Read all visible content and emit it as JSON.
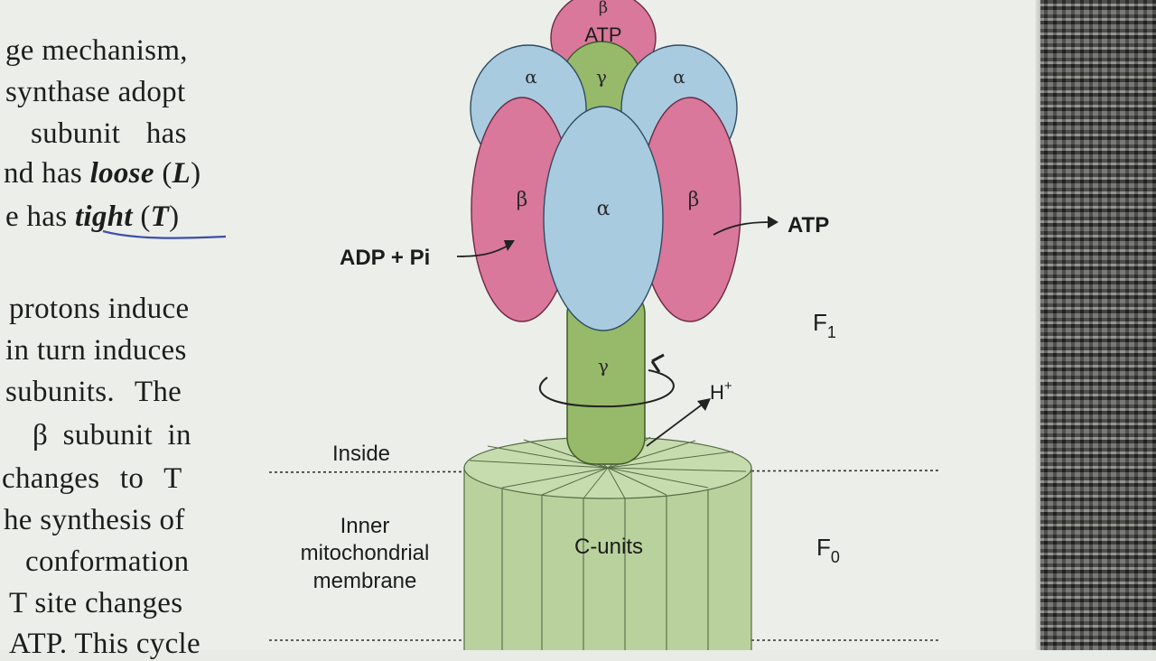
{
  "text_lines": [
    "ge mechanism,",
    "synthase adopt",
    "subunit has",
    "nd has",
    "e has",
    "protons induce",
    "in turn induces",
    "subunits. The",
    "β subunit in",
    "changes to T",
    "he synthesis of",
    "conformation",
    "T site changes",
    "ATP. This cycle"
  ],
  "emphasis": {
    "loose": "loose",
    "L": "L",
    "tight": "tight",
    "T": "T"
  },
  "diagram": {
    "subunits": {
      "beta": "β",
      "alpha": "α",
      "gamma": "γ"
    },
    "top_atp": "ATP",
    "atp_out": "ATP",
    "adp_in": "ADP + Pi",
    "f1": "F",
    "f1_sub": "1",
    "f0": "F",
    "f0_sub": "0",
    "proton": "H",
    "proton_sup": "+",
    "inside": "Inside",
    "membrane_line1": "Inner",
    "membrane_line2": "mitochondrial",
    "membrane_line3": "membrane",
    "c_units": "C-units"
  },
  "colors": {
    "beta_pink": "#d9789a",
    "alpha_blue": "#a9cbe0",
    "gamma_green": "#97b96a",
    "c_ring_green": "#b9d29d"
  }
}
